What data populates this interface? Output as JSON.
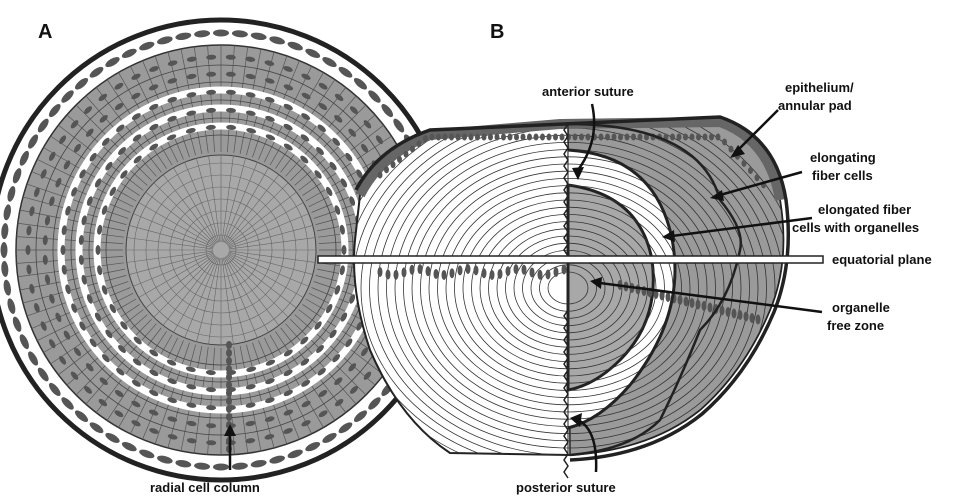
{
  "panels": [
    {
      "letter": "A"
    },
    {
      "letter": "B"
    }
  ],
  "labels": {
    "radial_cell_column": "radial cell column",
    "anterior_suture": "anterior suture",
    "posterior_suture": "posterior suture",
    "epithelium_line1": "epithelium/",
    "epithelium_line2": "annular pad",
    "elongating_line1": "elongating",
    "elongating_line2": "fiber cells",
    "elongated_line1": "elongated fiber",
    "elongated_line2": "cells with organelles",
    "equatorial_plane": "equatorial plane",
    "organelle_line1": "organelle",
    "organelle_line2": "free zone"
  },
  "colors": {
    "background": "#ffffff",
    "outline": "#222222",
    "tissue_gray": "#9a9a9a",
    "core_gray": "#a8a8a8",
    "nucleus": "#555555",
    "cell_white": "#ffffff"
  }
}
